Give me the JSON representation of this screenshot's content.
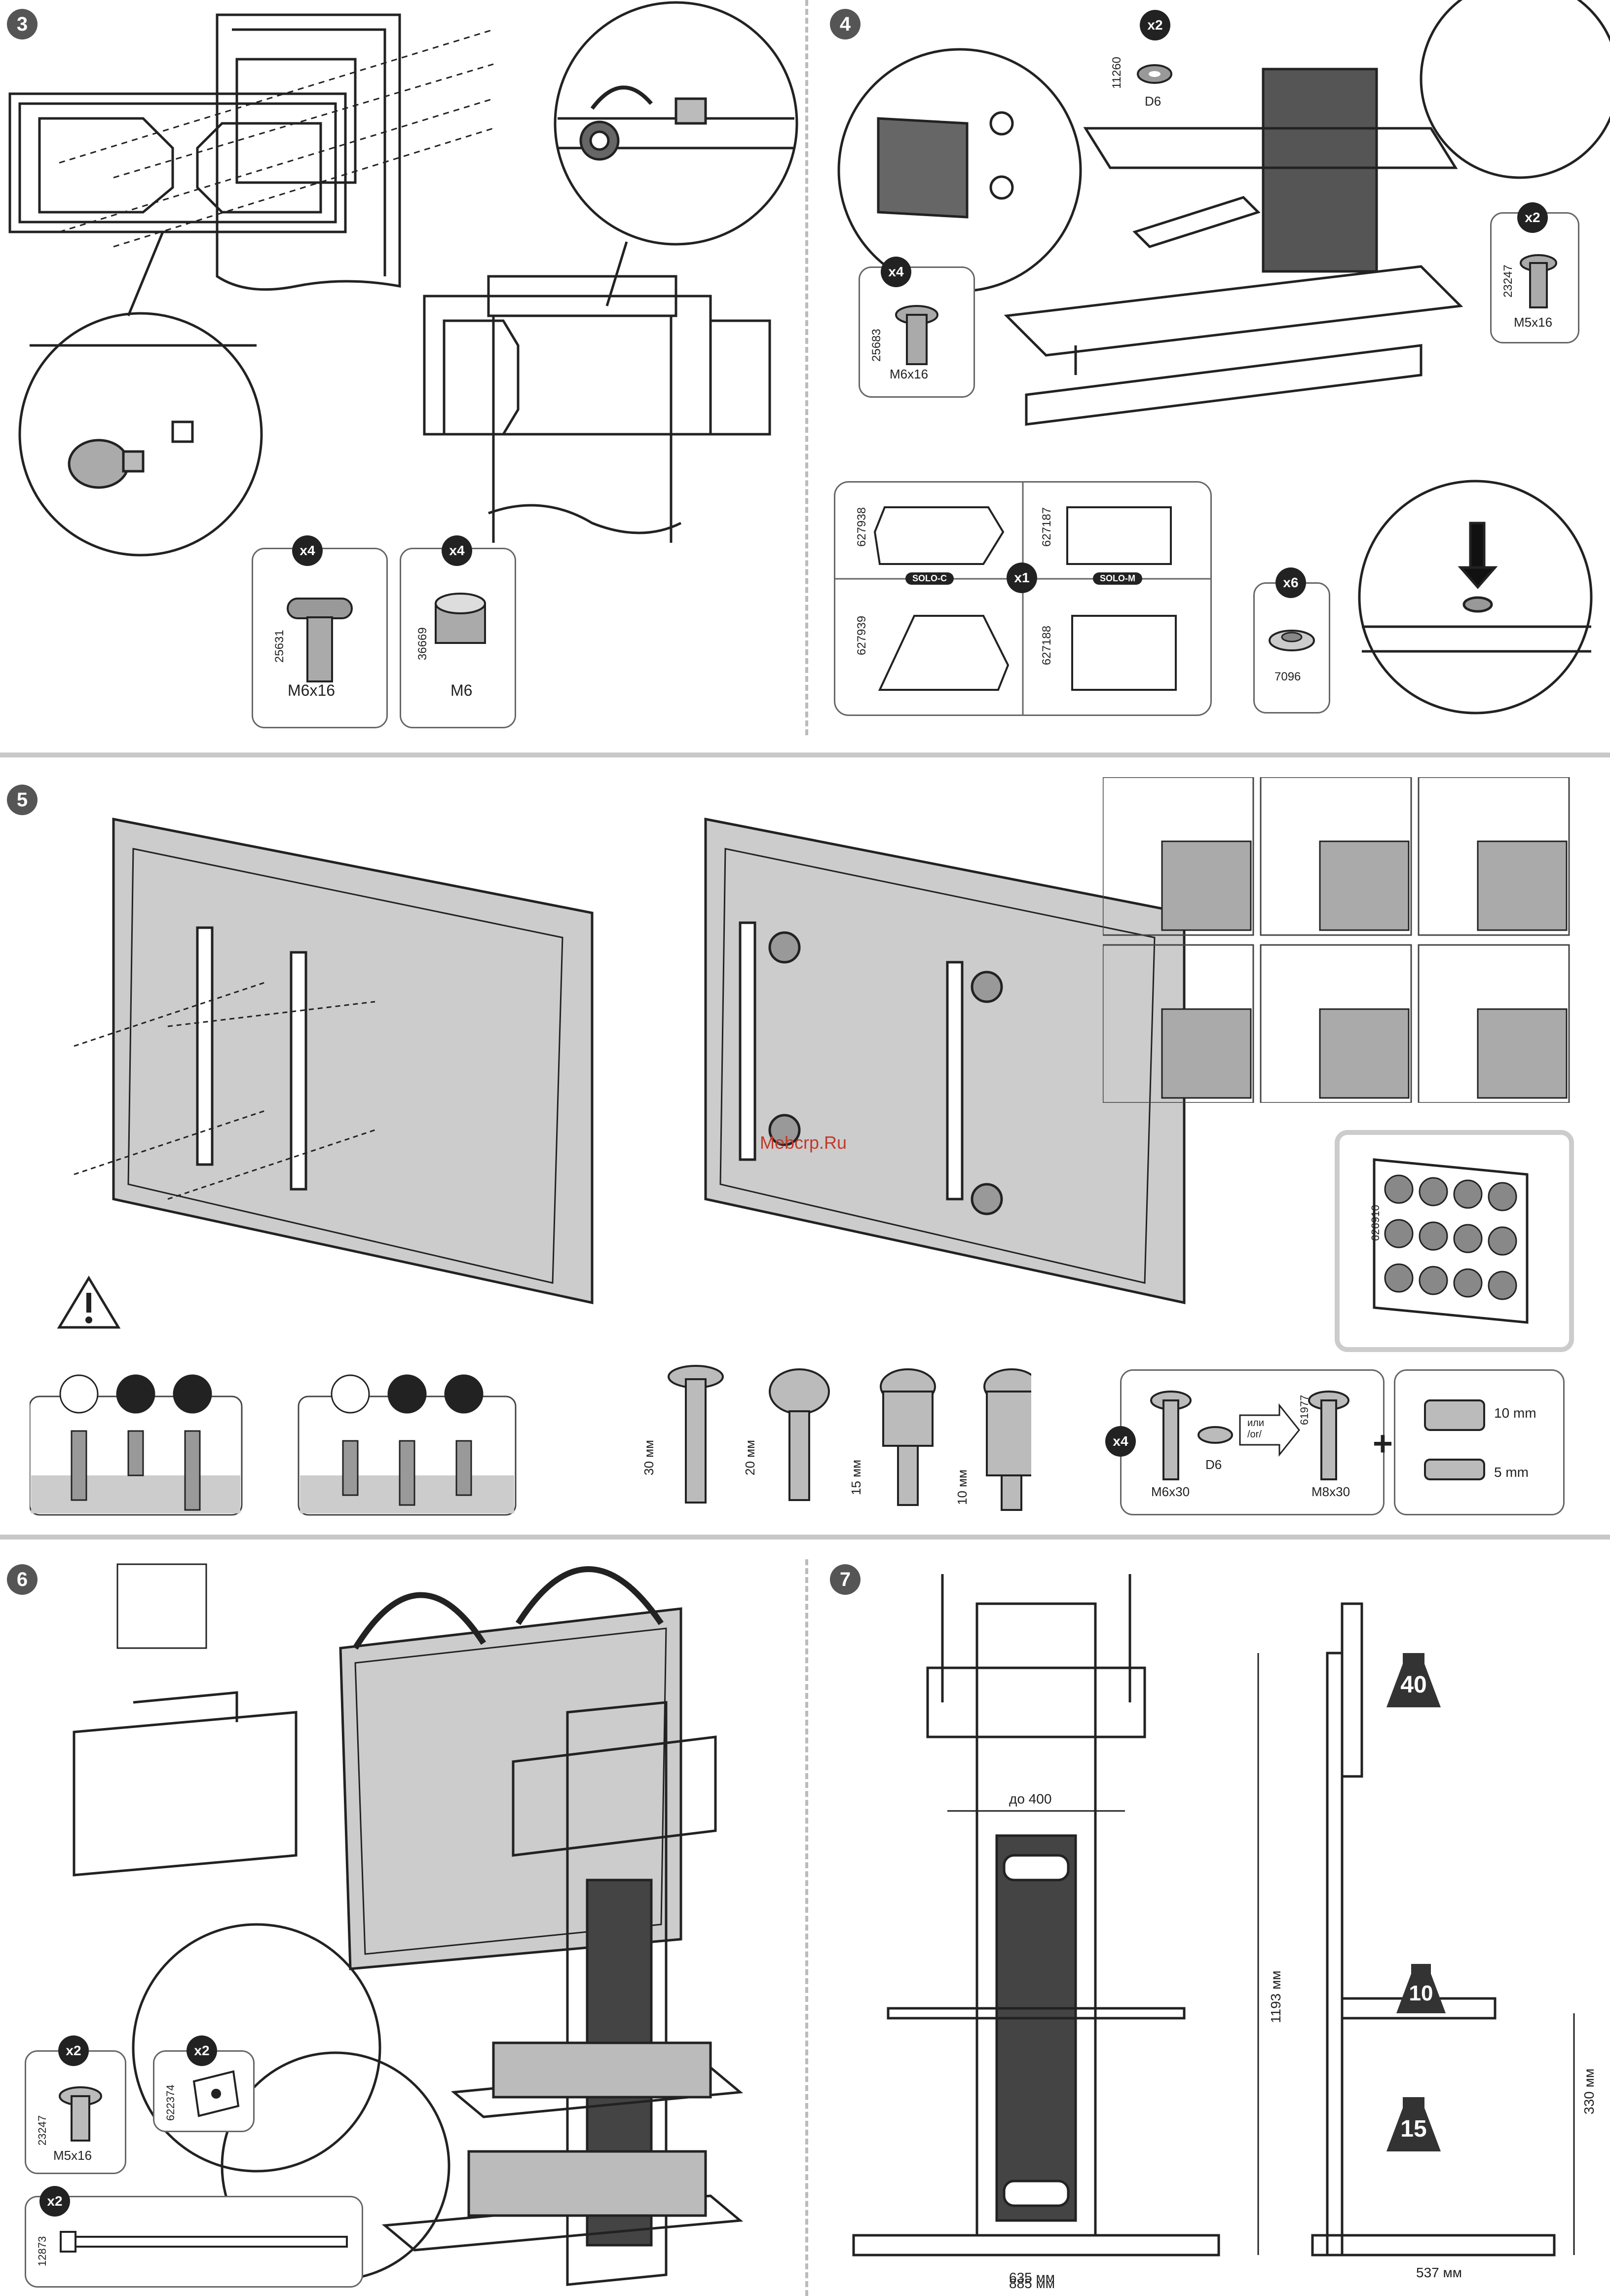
{
  "steps": [
    {
      "number": "3"
    },
    {
      "number": "4"
    },
    {
      "number": "5"
    },
    {
      "number": "6"
    },
    {
      "number": "7"
    }
  ],
  "step3": {
    "parts": [
      {
        "qty": "x4",
        "code": "25631",
        "size": "M6x16",
        "icon": "carriage-bolt-icon"
      },
      {
        "qty": "x4",
        "code": "36669",
        "size": "M6",
        "icon": "nut-icon"
      }
    ]
  },
  "step4": {
    "parts": [
      {
        "qty": "x2",
        "code": "11260",
        "size": "D6",
        "icon": "washer-icon"
      },
      {
        "qty": "x4",
        "code": "25683",
        "size": "M6x16",
        "icon": "screw-icon"
      },
      {
        "qty": "x2",
        "code": "23247",
        "size": "M5x16",
        "icon": "screw-icon"
      },
      {
        "qty": "x6",
        "code": "7096",
        "size": "",
        "icon": "foot-pad-icon"
      }
    ],
    "shelves": {
      "qty": "x1",
      "codes": [
        "627938",
        "627187",
        "627939",
        "627188"
      ],
      "labels": [
        "SOLO-C",
        "SOLO-M"
      ]
    }
  },
  "step5": {
    "watermark": "Mebcrp.Ru",
    "spacer_card": {
      "code": "626910"
    },
    "screws": [
      {
        "length": "30 мм"
      },
      {
        "length": "20 мм"
      },
      {
        "length": "15 мм"
      },
      {
        "length": "10 мм"
      }
    ],
    "kit": {
      "qty": "x4",
      "screw1": "M6x30",
      "washer": "D6",
      "or_label": "или /or/",
      "code": "61977",
      "screw2": "M8x30",
      "spacer1": "10 mm",
      "spacer2": "5 mm"
    }
  },
  "step6": {
    "parts": [
      {
        "qty": "x2",
        "code": "23247",
        "size": "M5x16",
        "icon": "screw-icon"
      },
      {
        "qty": "x2",
        "code": "622374",
        "size": "",
        "icon": "cable-clip-icon"
      },
      {
        "qty": "x2",
        "code": "12873",
        "size": "",
        "icon": "cable-tie-icon"
      }
    ]
  },
  "step7": {
    "vesa": "до 400",
    "height": "1193 мм",
    "shelf_height": "330 мм",
    "inner_width": "635 мм",
    "outer_width": "885 мм",
    "depth": "537 мм",
    "loads": [
      {
        "value": "40"
      },
      {
        "value": "10"
      },
      {
        "value": "15"
      }
    ]
  }
}
